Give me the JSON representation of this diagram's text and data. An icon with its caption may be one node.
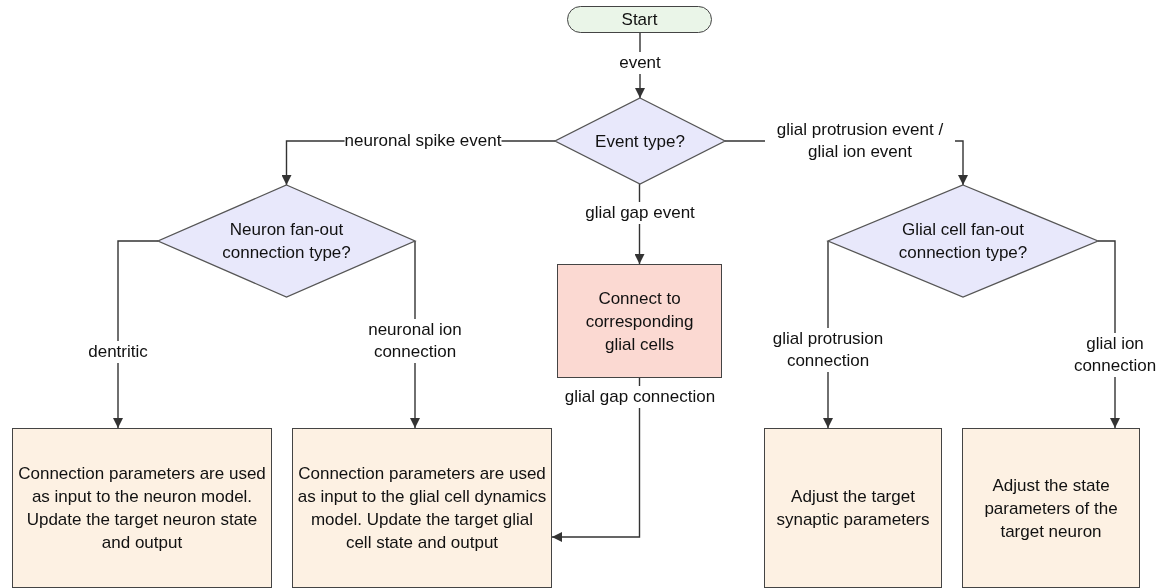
{
  "diagram": {
    "nodes": [
      {
        "text": [
          "Start"
        ]
      },
      {
        "text": [
          "Event type?"
        ]
      },
      {
        "text": [
          "Neuron fan-out connection type?"
        ]
      },
      {
        "text": [
          "Connect to corresponding glial cells"
        ]
      },
      {
        "text": [
          "Glial cell fan-out connection type?"
        ]
      },
      {
        "text": [
          "Connection parameters are used as input to the neuron model. Update the target neuron state and output"
        ]
      },
      {
        "text": [
          "Connection parameters are used as input to the glial cell dynamics model. Update the target glial cell state and output"
        ]
      },
      {
        "text": [
          "Adjust the target synaptic parameters"
        ]
      },
      {
        "text": [
          "Adjust the state parameters of the target neuron"
        ]
      }
    ],
    "edges": [
      {
        "from": 0,
        "to": 1,
        "arrow": "to",
        "label": "event"
      },
      {
        "from": 1,
        "to": 2,
        "arrow": "to",
        "label": "neuronal spike event"
      },
      {
        "from": 1,
        "to": 3,
        "arrow": "to",
        "label": "glial gap event"
      },
      {
        "from": 1,
        "to": 4,
        "arrow": "to",
        "label": "glial protrusion event / glial ion event"
      },
      {
        "from": 2,
        "to": 5,
        "arrow": "to",
        "label": "dentritic"
      },
      {
        "from": 2,
        "to": 6,
        "arrow": "to",
        "label": "neuronal ion connection"
      },
      {
        "from": 3,
        "to": 6,
        "arrow": "to",
        "label": "glial gap connection"
      },
      {
        "from": 4,
        "to": 7,
        "arrow": "to",
        "label": "glial protrusion connection"
      },
      {
        "from": 4,
        "to": 8,
        "arrow": "to",
        "label": "glial ion connection"
      }
    ]
  }
}
